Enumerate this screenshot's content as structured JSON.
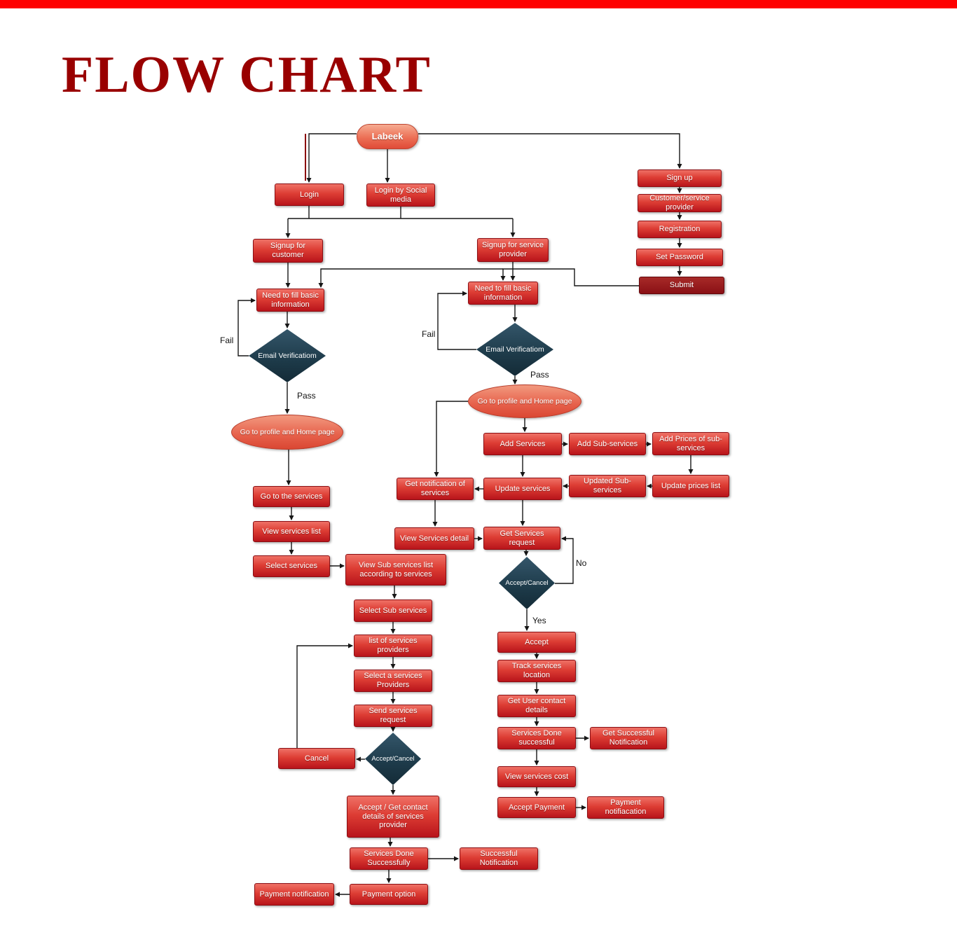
{
  "title": "FLOW CHART",
  "colors": {
    "top_bar": "#fe0000",
    "title_text": "#990000",
    "process_fill_top": "#ef7166",
    "process_fill_bottom": "#b8141b",
    "submit_fill": "#8a1015",
    "decision_fill": "#1d3a49",
    "terminal_fill": "#e6604a",
    "connector": "#161616"
  },
  "nodes": {
    "labeek": {
      "label": "Labeek",
      "type": "terminator"
    },
    "login": {
      "label": "Login",
      "type": "process"
    },
    "login_social": {
      "label": "Login by Social media",
      "type": "process"
    },
    "signup": {
      "label": "Sign up",
      "type": "process"
    },
    "customer_service_provider": {
      "label": "Customer/service provider",
      "type": "process"
    },
    "registration": {
      "label": "Registration",
      "type": "process"
    },
    "set_password": {
      "label": "Set Password",
      "type": "process"
    },
    "submit": {
      "label": "Submit",
      "type": "process"
    },
    "signup_customer": {
      "label": "Signup for customer",
      "type": "process"
    },
    "signup_provider": {
      "label": "Signup for service provider",
      "type": "process"
    },
    "need_basic_info_customer": {
      "label": "Need to fill basic information",
      "type": "process"
    },
    "need_basic_info_provider": {
      "label": "Need to fill basic information",
      "type": "process"
    },
    "email_verification_customer": {
      "label": "Email Verificatiom",
      "type": "decision"
    },
    "email_verification_provider": {
      "label": "Email Verificatiom",
      "type": "decision"
    },
    "go_profile_customer": {
      "label": "Go to profile and Home page",
      "type": "terminator"
    },
    "go_profile_provider": {
      "label": "Go to profile and Home page",
      "type": "terminator"
    },
    "add_services": {
      "label": "Add Services",
      "type": "process"
    },
    "add_sub_services": {
      "label": "Add Sub-services",
      "type": "process"
    },
    "add_prices_sub_services": {
      "label": "Add Prices of sub-services",
      "type": "process"
    },
    "get_notification_services": {
      "label": "Get notification of services",
      "type": "process"
    },
    "update_services": {
      "label": "Update services",
      "type": "process"
    },
    "updated_sub_services": {
      "label": "Updated Sub-services",
      "type": "process"
    },
    "update_prices_list": {
      "label": "Update prices list",
      "type": "process"
    },
    "go_to_services": {
      "label": "Go to the services",
      "type": "process"
    },
    "view_services_list": {
      "label": "View services list",
      "type": "process"
    },
    "select_services": {
      "label": "Select services",
      "type": "process"
    },
    "view_services_detail": {
      "label": "View Services detail",
      "type": "process"
    },
    "get_services_request": {
      "label": "Get Services request",
      "type": "process"
    },
    "accept_cancel_provider": {
      "label": "Accept/Cancel",
      "type": "decision"
    },
    "view_sub_services": {
      "label": "View Sub services list according to services",
      "type": "process"
    },
    "select_sub_services": {
      "label": "Select Sub services",
      "type": "process"
    },
    "list_services_providers": {
      "label": "list of services providers",
      "type": "process"
    },
    "select_services_provider": {
      "label": "Select a services Providers",
      "type": "process"
    },
    "send_services_request": {
      "label": "Send services request",
      "type": "process"
    },
    "accept_cancel_customer": {
      "label": "Accept/Cancel",
      "type": "decision"
    },
    "cancel": {
      "label": "Cancel",
      "type": "process"
    },
    "accept": {
      "label": "Accept",
      "type": "process"
    },
    "track_services_location": {
      "label": "Track services location",
      "type": "process"
    },
    "get_user_contact_details": {
      "label": "Get User contact details",
      "type": "process"
    },
    "services_done_successful": {
      "label": "Services Done successful",
      "type": "process"
    },
    "get_successful_notification": {
      "label": "Get Successful Notification",
      "type": "process"
    },
    "view_services_cost": {
      "label": "View services cost",
      "type": "process"
    },
    "accept_payment": {
      "label": "Accept Payment",
      "type": "process"
    },
    "payment_notifiacation": {
      "label": "Payment notifiacation",
      "type": "process"
    },
    "accept_get_contact_details": {
      "label": "Accept / Get contact details of services provider",
      "type": "process"
    },
    "services_done_successfully": {
      "label": "Services Done Successfully",
      "type": "process"
    },
    "successful_notification": {
      "label": "Successful Notification",
      "type": "process"
    },
    "payment_option": {
      "label": "Payment option",
      "type": "process"
    },
    "payment_notification": {
      "label": "Payment notification",
      "type": "process"
    }
  },
  "edge_labels": {
    "fail_customer": "Fail",
    "fail_provider": "Fail",
    "pass_customer": "Pass",
    "pass_provider": "Pass",
    "no": "No",
    "yes": "Yes"
  },
  "edges": [
    {
      "from": "labeek",
      "to": "login"
    },
    {
      "from": "labeek",
      "to": "login_social"
    },
    {
      "from": "labeek",
      "to": "signup"
    },
    {
      "from": "signup",
      "to": "customer_service_provider"
    },
    {
      "from": "customer_service_provider",
      "to": "registration"
    },
    {
      "from": "registration",
      "to": "set_password"
    },
    {
      "from": "set_password",
      "to": "submit"
    },
    {
      "from": "submit",
      "to": "need_basic_info_provider"
    },
    {
      "from": "submit",
      "to": "need_basic_info_customer"
    },
    {
      "from": "login",
      "to": "signup_customer"
    },
    {
      "from": "login",
      "to": "signup_provider"
    },
    {
      "from": "login_social",
      "to": "signup_customer"
    },
    {
      "from": "login_social",
      "to": "signup_provider"
    },
    {
      "from": "signup_customer",
      "to": "need_basic_info_customer"
    },
    {
      "from": "signup_provider",
      "to": "need_basic_info_provider"
    },
    {
      "from": "need_basic_info_customer",
      "to": "email_verification_customer"
    },
    {
      "from": "email_verification_customer",
      "to": "need_basic_info_customer",
      "label": "Fail"
    },
    {
      "from": "email_verification_customer",
      "to": "go_profile_customer",
      "label": "Pass"
    },
    {
      "from": "need_basic_info_provider",
      "to": "email_verification_provider"
    },
    {
      "from": "email_verification_provider",
      "to": "need_basic_info_provider",
      "label": "Fail"
    },
    {
      "from": "email_verification_provider",
      "to": "go_profile_provider",
      "label": "Pass"
    },
    {
      "from": "go_profile_customer",
      "to": "go_to_services"
    },
    {
      "from": "go_to_services",
      "to": "view_services_list"
    },
    {
      "from": "view_services_list",
      "to": "select_services"
    },
    {
      "from": "select_services",
      "to": "view_sub_services"
    },
    {
      "from": "view_sub_services",
      "to": "select_sub_services"
    },
    {
      "from": "select_sub_services",
      "to": "list_services_providers"
    },
    {
      "from": "list_services_providers",
      "to": "select_services_provider"
    },
    {
      "from": "select_services_provider",
      "to": "send_services_request"
    },
    {
      "from": "send_services_request",
      "to": "accept_cancel_customer"
    },
    {
      "from": "accept_cancel_customer",
      "to": "cancel"
    },
    {
      "from": "cancel",
      "to": "list_services_providers"
    },
    {
      "from": "accept_cancel_customer",
      "to": "accept_get_contact_details"
    },
    {
      "from": "accept_get_contact_details",
      "to": "services_done_successfully"
    },
    {
      "from": "services_done_successfully",
      "to": "successful_notification"
    },
    {
      "from": "services_done_successfully",
      "to": "payment_option"
    },
    {
      "from": "payment_option",
      "to": "payment_notification"
    },
    {
      "from": "go_profile_provider",
      "to": "add_services"
    },
    {
      "from": "go_profile_provider",
      "to": "get_notification_services"
    },
    {
      "from": "add_services",
      "to": "add_sub_services"
    },
    {
      "from": "add_sub_services",
      "to": "add_prices_sub_services"
    },
    {
      "from": "add_prices_sub_services",
      "to": "update_prices_list"
    },
    {
      "from": "update_prices_list",
      "to": "updated_sub_services"
    },
    {
      "from": "updated_sub_services",
      "to": "update_services"
    },
    {
      "from": "add_services",
      "to": "update_services"
    },
    {
      "from": "update_services",
      "to": "get_notification_services"
    },
    {
      "from": "get_notification_services",
      "to": "view_services_detail"
    },
    {
      "from": "update_services",
      "to": "get_services_request"
    },
    {
      "from": "view_services_detail",
      "to": "get_services_request"
    },
    {
      "from": "get_services_request",
      "to": "accept_cancel_provider"
    },
    {
      "from": "accept_cancel_provider",
      "to": "get_services_request",
      "label": "No"
    },
    {
      "from": "accept_cancel_provider",
      "to": "accept",
      "label": "Yes"
    },
    {
      "from": "accept",
      "to": "track_services_location"
    },
    {
      "from": "track_services_location",
      "to": "get_user_contact_details"
    },
    {
      "from": "get_user_contact_details",
      "to": "services_done_successful"
    },
    {
      "from": "services_done_successful",
      "to": "get_successful_notification"
    },
    {
      "from": "services_done_successful",
      "to": "view_services_cost"
    },
    {
      "from": "view_services_cost",
      "to": "accept_payment"
    },
    {
      "from": "accept_payment",
      "to": "payment_notifiacation"
    }
  ]
}
